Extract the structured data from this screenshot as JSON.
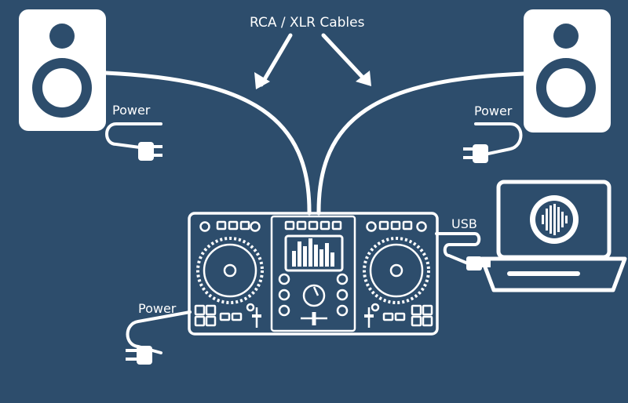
{
  "labels": {
    "cables": "RCA  / XLR Cables",
    "power_left_speaker": "Power",
    "power_right_speaker": "Power",
    "power_controller": "Power",
    "usb": "USB"
  },
  "colors": {
    "background": "#2d4d6c",
    "foreground": "#ffffff"
  },
  "icons": {
    "left_speaker": "speaker-icon",
    "right_speaker": "speaker-icon",
    "controller": "dj-controller-icon",
    "laptop": "laptop-icon",
    "software_logo": "turntable-logo-icon",
    "plug": "power-plug-icon",
    "usb_plug": "usb-plug-icon"
  }
}
